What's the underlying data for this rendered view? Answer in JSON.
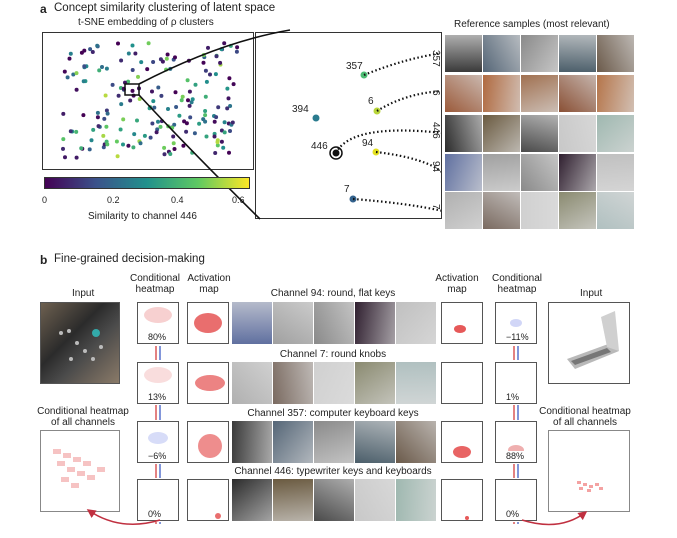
{
  "panel_a": {
    "letter": "a",
    "title": "Concept similarity clustering of latent space",
    "tsne_title": "t-SNE embedding of ρ clusters",
    "colorbar": {
      "ticks": [
        "0",
        "0.2",
        "0.4",
        "0.6"
      ],
      "label": "Similarity to channel 446"
    },
    "reference_title": "Reference samples (most relevant)",
    "nodes": [
      {
        "label": "357",
        "color": "#4dbd74"
      },
      {
        "label": "6",
        "color": "#b8d63a"
      },
      {
        "label": "394",
        "color": "#2a7b8e"
      },
      {
        "label": "446",
        "color": "#111111"
      },
      {
        "label": "94",
        "color": "#e3e01f"
      },
      {
        "label": "7",
        "color": "#33628d"
      }
    ],
    "row_labels": [
      "357",
      "6",
      "446",
      "94",
      "7"
    ]
  },
  "panel_b": {
    "letter": "b",
    "title": "Fine-grained decision-making",
    "left": {
      "input_label": "Input",
      "cond_heatmap_label": "Conditional\nheatmap",
      "activation_label": "Activation\nmap",
      "all_channels_label": "Conditional heatmap\nof all channels",
      "percents": [
        "80%",
        "13%",
        "−6%",
        "0%"
      ]
    },
    "right": {
      "activation_label": "Activation\nmap",
      "cond_heatmap_label": "Conditional\nheatmap",
      "input_label": "Input",
      "all_channels_label": "Conditional heatmap\nof all channels",
      "percents": [
        "−11%",
        "1%",
        "88%",
        "0%"
      ]
    },
    "channels": [
      "Channel 94: round, flat keys",
      "Channel 7: round knobs",
      "Channel 357: computer keyboard keys",
      "Channel 446: typewriter keys and keyboards"
    ]
  },
  "colors": {
    "accent_red": "#d03030",
    "accent_blue": "#3050c0"
  }
}
